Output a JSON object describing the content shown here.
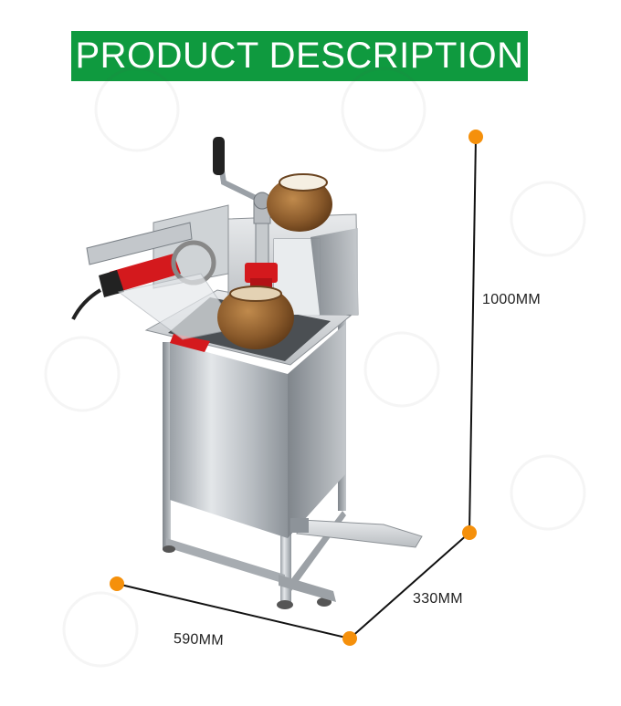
{
  "header": {
    "title": "PRODUCT DESCRIPTION"
  },
  "dimensions": {
    "height_label": "1000MM",
    "depth_label": "330MM",
    "width_label": "590MM"
  },
  "colors": {
    "banner": "#0f9a3f",
    "marker": "#f5900b",
    "steel": "#c8ccd0",
    "coconut_husk": "#8a5a2b",
    "coconut_flesh": "#f5efe2",
    "grinder_red": "#d4191d"
  },
  "product": {
    "name_icon": "coconut-opening-machine-image"
  }
}
